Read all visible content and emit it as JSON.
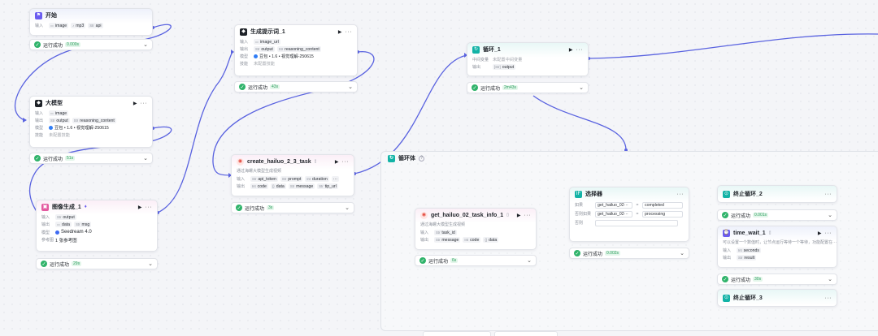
{
  "nodes": {
    "start": {
      "title": "开始",
      "input_label": "输入",
      "inputs": [
        {
          "type": "img",
          "name": "image"
        },
        {
          "type": "mp3",
          "name": "mp3"
        },
        {
          "type": "str",
          "name": "api"
        }
      ],
      "status": "运行成功",
      "time": "0.000s"
    },
    "llm": {
      "title": "大模型",
      "input_label": "输入",
      "input": "image",
      "output_label": "输出",
      "outputs": [
        "output",
        "reasoning_content"
      ],
      "model_label": "模型",
      "model": "豆包 • 1.6 • 视觉理解-250615",
      "skill_label": "技能",
      "skill": "未配置技能",
      "status": "运行成功",
      "time": "51s"
    },
    "image_gen": {
      "title": "图像生成_1",
      "input_label": "输入",
      "input": "output",
      "output_label": "输出",
      "outputs": [
        "data",
        "msg"
      ],
      "model_label": "模型",
      "model": "Seedream 4.0",
      "ref_label": "参考图",
      "ref": "1 张参考图",
      "status": "运行成功",
      "time": "29s"
    },
    "prompt_gen": {
      "title": "生成提示词_1",
      "input_label": "输入",
      "input": "image_url",
      "output_label": "输出",
      "outputs": [
        "output",
        "reasoning_content"
      ],
      "model_label": "模型",
      "model": "豆包 • 1.6 • 视觉理解-250615",
      "skill_label": "技能",
      "skill": "未配置技能",
      "status": "运行成功",
      "time": "43s"
    },
    "create_task": {
      "title": "create_hailuo_2_3_task",
      "desc": "通过海螺大模型生成视频",
      "input_label": "输入",
      "inputs": [
        "api_token",
        "prompt",
        "duration"
      ],
      "input_more": "···",
      "output_label": "输出",
      "outputs": [
        "code",
        "data",
        "message",
        "tip_url"
      ],
      "status": "运行成功",
      "time": "3s"
    },
    "loop": {
      "title": "循环_1",
      "mid_label": "中间变量",
      "mid_value": "未配置中间变量",
      "output_label": "输出",
      "output": "output",
      "status": "运行成功",
      "time": "2m43s"
    },
    "loop_body": {
      "title": "循环体"
    },
    "get_task": {
      "title": "get_hailuo_02_task_info_1",
      "desc": "通过海螺大模型生成视频",
      "input_label": "输入",
      "input": "task_id",
      "output_label": "输出",
      "outputs": [
        "message",
        "code",
        "data"
      ],
      "status": "运行成功",
      "time": "6s"
    },
    "selector": {
      "title": "选择器",
      "rows": [
        {
          "label": "如果",
          "var": "get_hailuo_02···",
          "op": "=",
          "value": "completed"
        },
        {
          "label": "否则如果",
          "var": "get_hailuo_02···",
          "op": "=",
          "value": "processing"
        },
        {
          "label": "否则",
          "var": "",
          "op": "",
          "value": ""
        }
      ],
      "status": "运行成功",
      "time": "0.002s"
    },
    "end_loop_2": {
      "title": "终止循环_2",
      "status": "运行成功",
      "time": "0.001s"
    },
    "wait": {
      "title": "time_wait_1",
      "desc": "可以设置一个数值时，让节点运行等待一个等待，功能配置在···",
      "input_label": "输入",
      "input": "seconds",
      "output_label": "输出",
      "output": "result",
      "status": "运行成功",
      "time": "30s"
    },
    "end_loop_3": {
      "title": "终止循环_3"
    }
  },
  "colors": {
    "success": "#2fb36a",
    "wire": "#5a63e0",
    "accent": "#6a5cf0"
  }
}
